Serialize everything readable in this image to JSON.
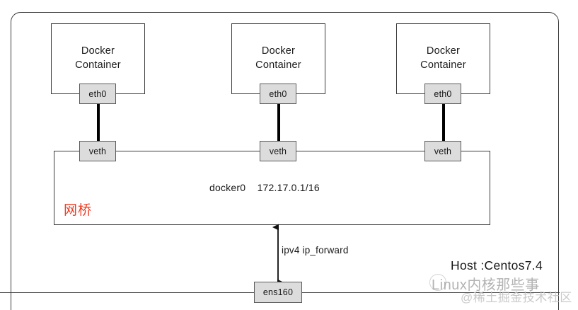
{
  "diagram": {
    "host_box": {
      "label": "host-boundary"
    },
    "containers": [
      {
        "title": "Docker\nContainer",
        "eth_label": "eth0",
        "veth_label": "veth"
      },
      {
        "title": "Docker\nContainer",
        "eth_label": "eth0",
        "veth_label": "veth"
      },
      {
        "title": "Docker\nContainer",
        "eth_label": "eth0",
        "veth_label": "veth"
      }
    ],
    "bridge": {
      "title": "网桥",
      "title_color": "#ef3b22",
      "interface_name": "docker0",
      "subnet": "172.17.0.1/16",
      "info_line": "docker0    172.17.0.1/16"
    },
    "uplink": {
      "arrow_label": "ipv4 ip_forward",
      "nic_label": "ens160"
    },
    "host": {
      "label": "Host :Centos7.4"
    },
    "watermarks": {
      "primary": "Linux内核那些事",
      "secondary": "@稀土掘金技术社区"
    }
  }
}
